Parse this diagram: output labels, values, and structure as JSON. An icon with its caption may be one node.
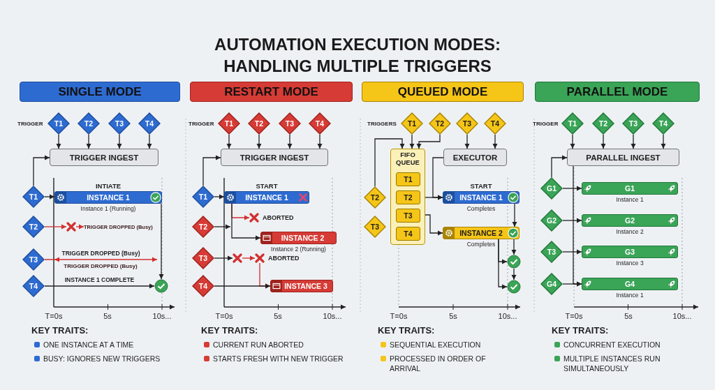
{
  "diagram": {
    "title": "AUTOMATION EXECUTION MODES: HANDLING MULTIPLE TRIGGERS",
    "nodes": [
      {
        "text": [
          "SINGLE MODE"
        ]
      },
      {
        "text": [
          "T1"
        ]
      },
      {
        "text": [
          "T2"
        ]
      },
      {
        "text": [
          "T3"
        ]
      },
      {
        "text": [
          "T4"
        ]
      },
      {
        "text": [
          "TRIGGER INGEST"
        ]
      },
      {
        "text": [
          "T1"
        ]
      },
      {
        "text": [
          "T2"
        ]
      },
      {
        "text": [
          "T3"
        ]
      },
      {
        "text": [
          "T4"
        ]
      },
      {
        "text": [
          "INSTANCE 1"
        ],
        "beside": [
          "INTIATE",
          "Instance 1 (Running)"
        ]
      },
      {
        "text": [],
        "shape": "cross"
      },
      {
        "text": [
          "TRIGGER DROPPED (Busy)"
        ]
      },
      {
        "text": [],
        "shape": "circle"
      },
      {
        "text": [
          "RESTART MODE"
        ]
      },
      {
        "text": [
          "T1"
        ]
      },
      {
        "text": [
          "T2"
        ]
      },
      {
        "text": [
          "T3"
        ]
      },
      {
        "text": [
          "T4"
        ]
      },
      {
        "text": [
          "TRIGGER INGEST"
        ]
      },
      {
        "text": [
          "T1"
        ]
      },
      {
        "text": [
          "T2"
        ]
      },
      {
        "text": [
          "T3"
        ]
      },
      {
        "text": [
          "T4"
        ]
      },
      {
        "text": [
          "INSTANCE 1"
        ],
        "beside": [
          "START"
        ]
      },
      {
        "text": [],
        "shape": "cross",
        "beside": [
          "ABORTED"
        ]
      },
      {
        "text": [
          "INSTANCE 2"
        ],
        "beside": [
          "Instance 2 (Running)"
        ]
      },
      {
        "text": [],
        "shape": "cross"
      },
      {
        "text": [],
        "shape": "cross",
        "beside": [
          "ABORTED"
        ]
      },
      {
        "text": [
          "INSTANCE 3"
        ]
      },
      {
        "text": [
          "QUEUED MODE"
        ]
      },
      {
        "text": [
          "T1"
        ]
      },
      {
        "text": [
          "T2"
        ]
      },
      {
        "text": [
          "T3"
        ]
      },
      {
        "text": [
          "T4"
        ]
      },
      {
        "text": [
          "FIFO QUEUE"
        ]
      },
      {
        "text": [
          "T1"
        ],
        "in": 35
      },
      {
        "text": [
          "T2"
        ],
        "in": 35
      },
      {
        "text": [
          "T3"
        ],
        "in": 35
      },
      {
        "text": [
          "T4"
        ],
        "in": 35
      },
      {
        "text": [
          "EXECUTOR"
        ]
      },
      {
        "text": [
          "T2"
        ]
      },
      {
        "text": [
          "T3"
        ]
      },
      {
        "text": [
          "INSTANCE 1"
        ],
        "beside": [
          "START",
          "Completes"
        ]
      },
      {
        "text": [
          "INSTANCE 2"
        ],
        "beside": [
          "Completes"
        ]
      },
      {
        "text": [],
        "shape": "circle"
      },
      {
        "text": [],
        "shape": "circle"
      },
      {
        "text": [
          "PARALLEL MODE"
        ]
      },
      {
        "text": [
          "T1"
        ]
      },
      {
        "text": [
          "T2"
        ]
      },
      {
        "text": [
          "T3"
        ]
      },
      {
        "text": [
          "T4"
        ]
      },
      {
        "text": [
          "PARALLEL INGEST"
        ]
      },
      {
        "text": [
          "G1"
        ]
      },
      {
        "text": [
          "G2"
        ]
      },
      {
        "text": [
          "T3"
        ]
      },
      {
        "text": [
          "G4"
        ]
      },
      {
        "text": [
          "G1"
        ],
        "beside": [
          "Instance 1"
        ]
      },
      {
        "text": [
          "G2"
        ],
        "beside": [
          "Instance 2"
        ]
      },
      {
        "text": [
          "G3"
        ],
        "beside": [
          "Instance 3"
        ]
      },
      {
        "text": [
          "G4"
        ],
        "beside": [
          "Instance 1"
        ]
      }
    ],
    "edges": [
      {
        "from": 1,
        "to": 5,
        "arrow": "to"
      },
      {
        "from": 2,
        "to": 5,
        "arrow": "to"
      },
      {
        "from": 3,
        "to": 5,
        "arrow": "to"
      },
      {
        "from": 4,
        "to": 5,
        "arrow": "to"
      },
      {
        "from": 6,
        "to": 5,
        "arrow": "to"
      },
      {
        "from": 6,
        "to": 10,
        "arrow": "to"
      },
      {
        "from": 7,
        "to": 11,
        "arrow": "to",
        "color": "#d32f2f"
      },
      {
        "from": 11,
        "to": 12,
        "arrow": "to",
        "color": "#d32f2f"
      },
      {
        "from": 8,
        "to": null,
        "arrow": "to",
        "color": "#d32f2f",
        "label": "TRIGGER DROPPED (Busy)"
      },
      {
        "from": 10,
        "to": 13,
        "arrow": "to"
      },
      {
        "from": 9,
        "to": 13,
        "arrow": "to",
        "label": "INSTANCE 1 COMPLETE"
      },
      {
        "from": 15,
        "to": 19,
        "arrow": "to"
      },
      {
        "from": 16,
        "to": 19,
        "arrow": "to"
      },
      {
        "from": 17,
        "to": 19,
        "arrow": "to"
      },
      {
        "from": 18,
        "to": 19,
        "arrow": "to"
      },
      {
        "from": 20,
        "to": 19,
        "arrow": "to"
      },
      {
        "from": 20,
        "to": 24,
        "arrow": "to"
      },
      {
        "from": 24,
        "to": 25,
        "arrow": "to",
        "color": "#d32f2f"
      },
      {
        "from": 24,
        "to": 26,
        "arrow": "to"
      },
      {
        "from": 21,
        "to": null,
        "arrow": "to"
      },
      {
        "from": 22,
        "to": 27,
        "arrow": "to"
      },
      {
        "from": 27,
        "to": 28,
        "arrow": "to",
        "color": "#d32f2f"
      },
      {
        "from": 28,
        "to": 29,
        "arrow": "to",
        "color": "#d32f2f"
      },
      {
        "from": 23,
        "to": 29,
        "arrow": "to"
      },
      {
        "from": 31,
        "to": 35,
        "arrow": "to"
      },
      {
        "from": 32,
        "to": 35,
        "arrow": "to"
      },
      {
        "from": 33,
        "to": 40,
        "arrow": "to"
      },
      {
        "from": 34,
        "to": 40,
        "arrow": "to"
      },
      {
        "from": 41,
        "to": 35,
        "arrow": "to"
      },
      {
        "from": 35,
        "to": 43,
        "arrow": "to"
      },
      {
        "from": 40,
        "to": 43,
        "arrow": "to"
      },
      {
        "from": 35,
        "to": 44,
        "arrow": "to"
      },
      {
        "from": 43,
        "to": 44,
        "arrow": "to"
      },
      {
        "from": 44,
        "to": 45,
        "arrow": "to"
      },
      {
        "from": 45,
        "to": 46,
        "arrow": "to"
      },
      {
        "from": 44,
        "to": 45,
        "arrow": "to"
      },
      {
        "from": 44,
        "to": 46,
        "arrow": "to"
      },
      {
        "from": 48,
        "to": 52,
        "arrow": "to"
      },
      {
        "from": 49,
        "to": 52,
        "arrow": "to"
      },
      {
        "from": 50,
        "to": 52,
        "arrow": "to"
      },
      {
        "from": 51,
        "to": 52,
        "arrow": "to"
      },
      {
        "from": 53,
        "to": 52,
        "arrow": "to"
      },
      {
        "from": 53,
        "to": 57,
        "arrow": "to"
      },
      {
        "from": 54,
        "to": 58,
        "arrow": "to"
      },
      {
        "from": 55,
        "to": 59,
        "arrow": "to"
      },
      {
        "from": 56,
        "to": 60,
        "arrow": "to"
      },
      {
        "from": 52,
        "to": 60,
        "arrow": "to"
      }
    ],
    "labels": [
      "TRIGGER",
      "TRIGGER DROPPED (Busy)",
      "T=0s",
      "5s",
      "10s...",
      "KEY TRAITS:",
      "ONE INSTANCE AT A TIME",
      "BUSY: IGNORES NEW TRIGGERS",
      "TRIGGER",
      "T=0s",
      "5s",
      "10s...",
      "KEY TRAITS:",
      "CURRENT RUN ABORTED",
      "STARTS FRESH WITH NEW TRIGGER",
      "TRIGGERS",
      "T=0s",
      "5s",
      "10s...",
      "KEY TRAITS:",
      "SEQUENTIAL EXECUTION",
      "PROCESSED IN ORDER OF ARRIVAL",
      "TRIGGER",
      "T=0s",
      "5s",
      "10s...",
      "KEY TRAITS:",
      "CONCURRENT EXECUTION",
      "MULTIPLE INSTANCES RUN SIMULTANEOUSLY"
    ]
  }
}
